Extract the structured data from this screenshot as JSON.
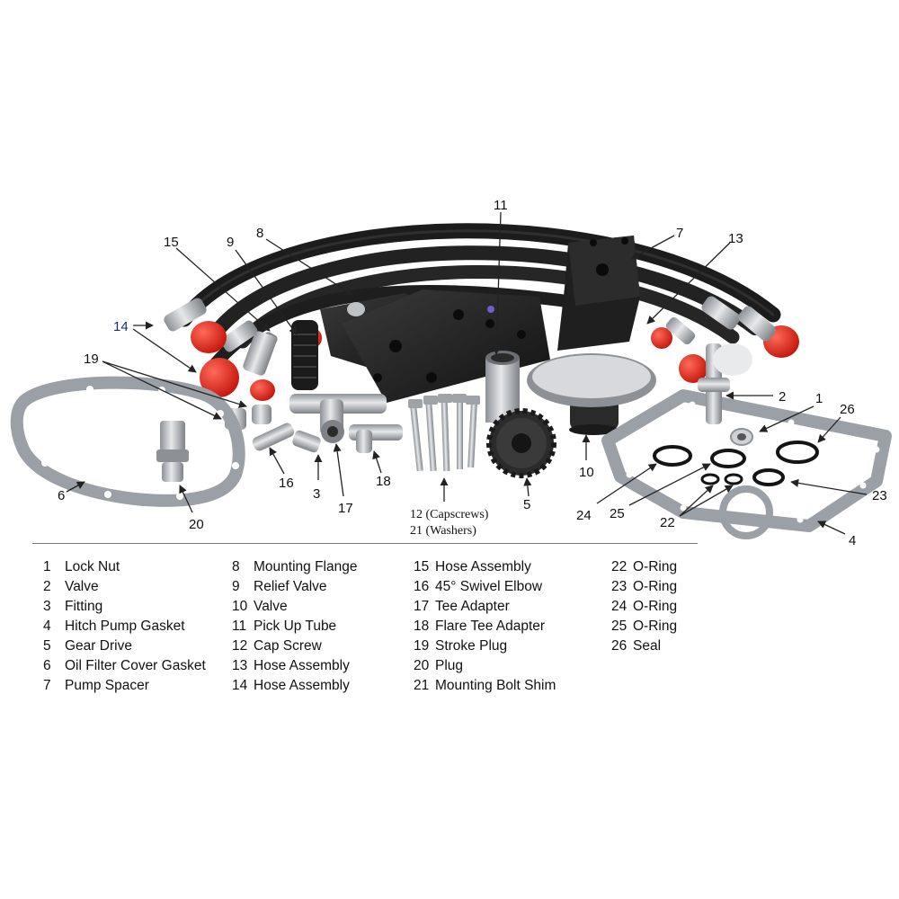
{
  "colors": {
    "hose": "#1c1c1c",
    "cap": "#e0261c",
    "metal": "#b9bcc0",
    "gasket": "#9aa0a6",
    "housing": "#1e1e1e"
  },
  "callouts": {
    "c1": "1",
    "c2": "2",
    "c3": "3",
    "c4": "4",
    "c5": "5",
    "c6": "6",
    "c7": "7",
    "c8": "8",
    "c9": "9",
    "c10": "10",
    "c11": "11",
    "c12": "12",
    "c13": "13",
    "c14": "14",
    "c15": "15",
    "c16": "16",
    "c17": "17",
    "c18": "18",
    "c19": "19",
    "c20": "20",
    "c21": "21",
    "c22": "22",
    "c23": "23",
    "c24": "24",
    "c25": "25",
    "c26": "26"
  },
  "notes": {
    "n12": "12 (Capscrews)",
    "n21": "21 (Washers)"
  },
  "legend": {
    "col1": [
      {
        "num": "1",
        "name": "Lock Nut"
      },
      {
        "num": "2",
        "name": "Valve"
      },
      {
        "num": "3",
        "name": "Fitting"
      },
      {
        "num": "4",
        "name": "Hitch Pump Gasket"
      },
      {
        "num": "5",
        "name": "Gear Drive"
      },
      {
        "num": "6",
        "name": "Oil Filter Cover Gasket"
      },
      {
        "num": "7",
        "name": "Pump Spacer"
      }
    ],
    "col2": [
      {
        "num": "8",
        "name": "Mounting Flange"
      },
      {
        "num": "9",
        "name": "Relief Valve"
      },
      {
        "num": "10",
        "name": "Valve"
      },
      {
        "num": "11",
        "name": "Pick Up Tube"
      },
      {
        "num": "12",
        "name": "Cap Screw"
      },
      {
        "num": "13",
        "name": "Hose Assembly"
      },
      {
        "num": "14",
        "name": "Hose Assembly"
      }
    ],
    "col3": [
      {
        "num": "15",
        "name": "Hose Assembly"
      },
      {
        "num": "16",
        "name": "45° Swivel Elbow"
      },
      {
        "num": "17",
        "name": "Tee Adapter"
      },
      {
        "num": "18",
        "name": "Flare Tee Adapter"
      },
      {
        "num": "19",
        "name": "Stroke Plug"
      },
      {
        "num": "20",
        "name": "Plug"
      },
      {
        "num": "21",
        "name": "Mounting Bolt Shim"
      }
    ],
    "col4": [
      {
        "num": "22",
        "name": "O-Ring"
      },
      {
        "num": "23",
        "name": "O-Ring"
      },
      {
        "num": "24",
        "name": "O-Ring"
      },
      {
        "num": "25",
        "name": "O-Ring"
      },
      {
        "num": "26",
        "name": "Seal"
      }
    ]
  }
}
